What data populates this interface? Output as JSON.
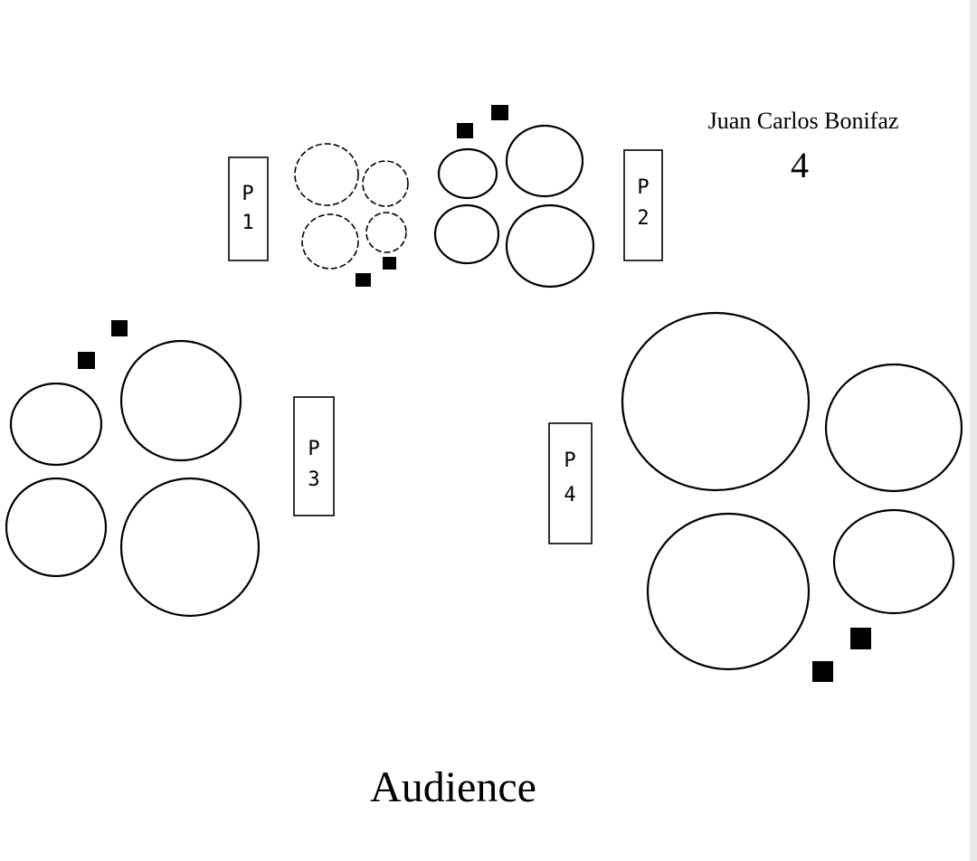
{
  "header": {
    "composer": "Juan Carlos Bonifaz",
    "piece_number": "4"
  },
  "footer": {
    "audience_label": "Audience"
  },
  "colors": {
    "ink": "#000000",
    "paper": "#ffffff"
  },
  "players": [
    {
      "id": "p1",
      "line1": "P",
      "line2": "1"
    },
    {
      "id": "p2",
      "line1": "P",
      "line2": "2"
    },
    {
      "id": "p3",
      "line1": "P",
      "line2": "3"
    },
    {
      "id": "p4",
      "line1": "P",
      "line2": "4"
    }
  ]
}
